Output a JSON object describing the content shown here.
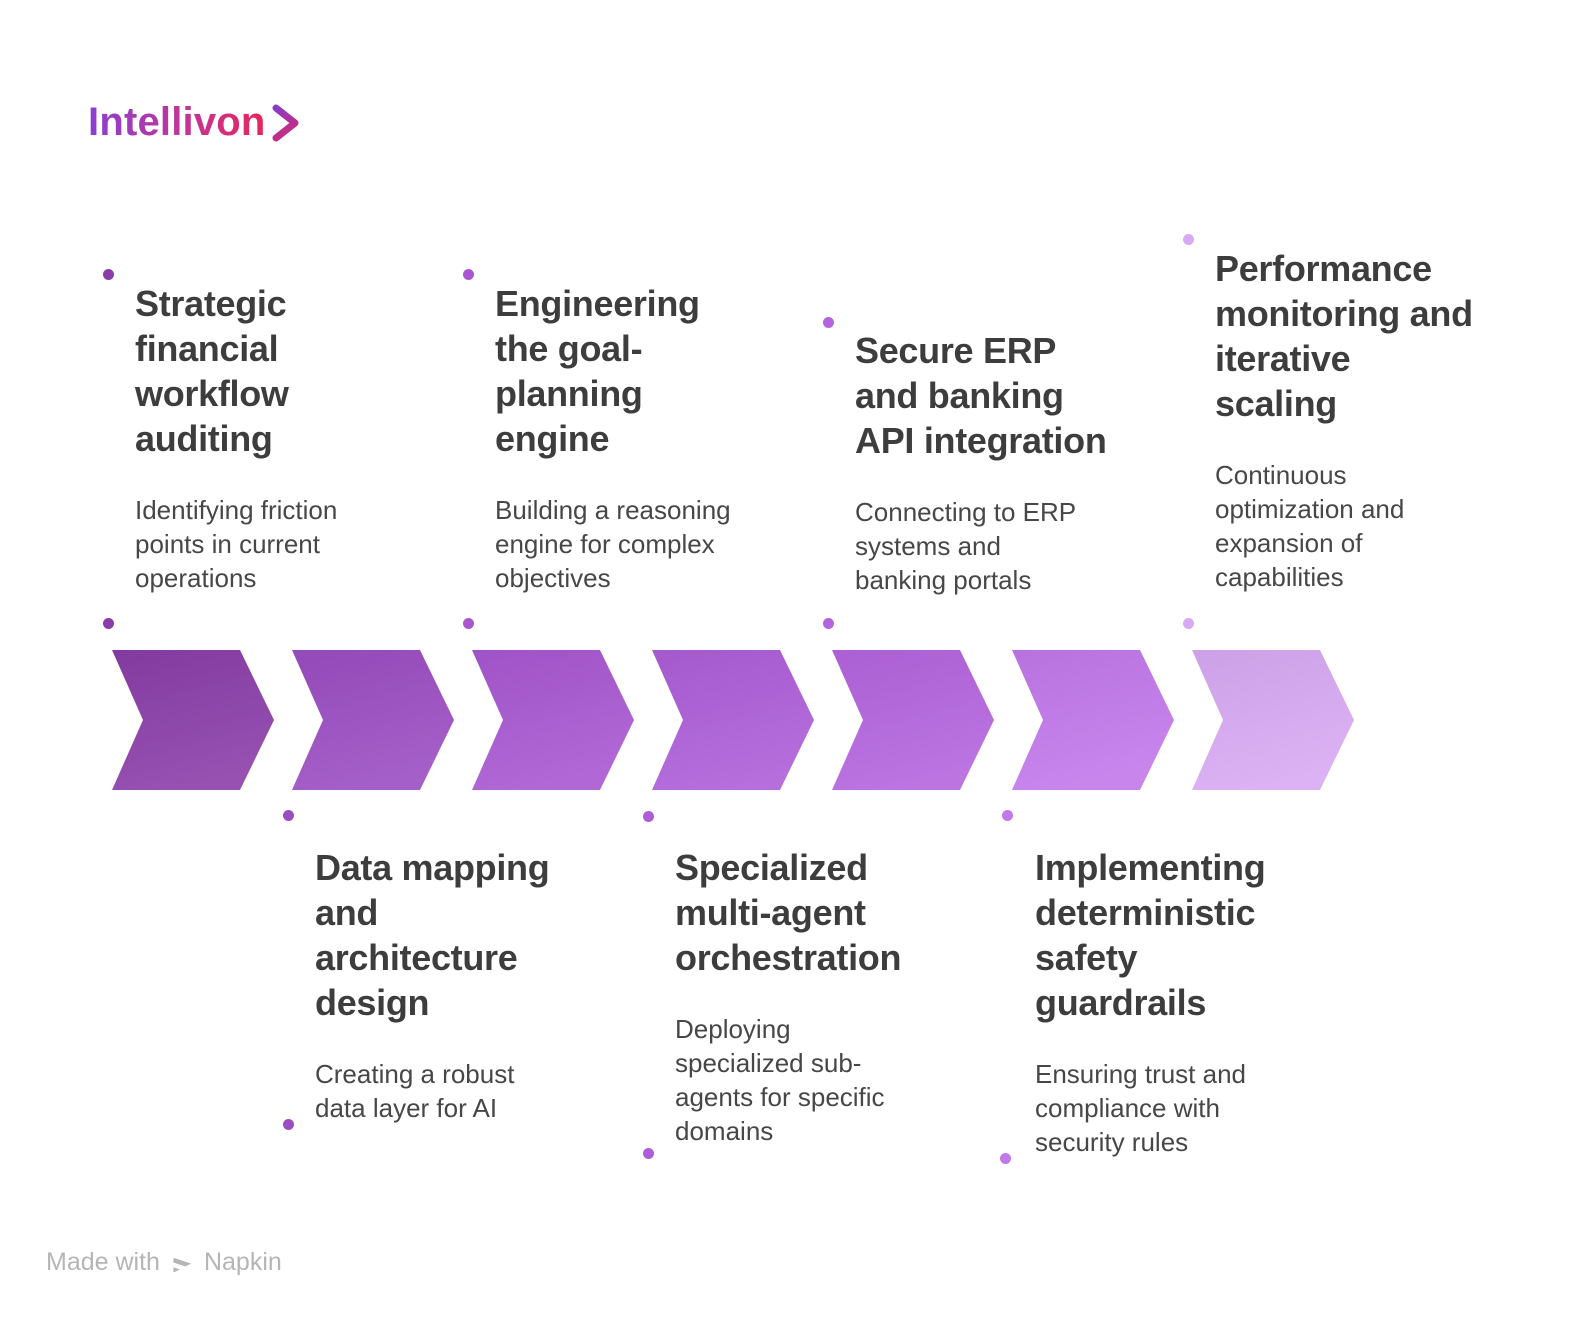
{
  "brand": {
    "name": "Intellivon",
    "wordmark_gradient": [
      "#8a3fd1",
      "#c23597",
      "#e8255b"
    ],
    "chevron_gradient": [
      "#7b3fd3",
      "#e8255b"
    ]
  },
  "steps": [
    {
      "row": "top",
      "title": "Strategic\nfinancial\nworkflow\nauditing",
      "description": "Identifying friction\npoints in current\noperations"
    },
    {
      "row": "bottom",
      "title": "Data mapping\nand\narchitecture\ndesign",
      "description": "Creating a robust\ndata layer for AI"
    },
    {
      "row": "top",
      "title": "Engineering\nthe goal-\nplanning\nengine",
      "description": "Building a reasoning\nengine for complex\nobjectives"
    },
    {
      "row": "bottom",
      "title": "Specialized\nmulti-agent\norchestration",
      "description": "Deploying\nspecialized sub-\nagents for specific\ndomains"
    },
    {
      "row": "top",
      "title": "Secure ERP\nand banking\nAPI integration",
      "description": "Connecting to ERP\nsystems and\nbanking portals"
    },
    {
      "row": "bottom",
      "title": "Implementing\ndeterministic\nsafety\nguardrails",
      "description": "Ensuring trust and\ncompliance with\nsecurity rules"
    },
    {
      "row": "top",
      "title": "Performance\nmonitoring and\niterative\nscaling",
      "description": "Continuous\noptimization and\nexpansion of\ncapabilities"
    }
  ],
  "chevron_colors": [
    "#8a3da8",
    "#9b4dc2",
    "#a857d1",
    "#ad5dd8",
    "#b464de",
    "#c278eb",
    "#d8a9f3"
  ],
  "text_colors": {
    "title": "#3d3d3d",
    "description": "#474747"
  },
  "watermark": {
    "prefix": "Made with",
    "brand": "Napkin",
    "color": "#b5b5b5"
  }
}
